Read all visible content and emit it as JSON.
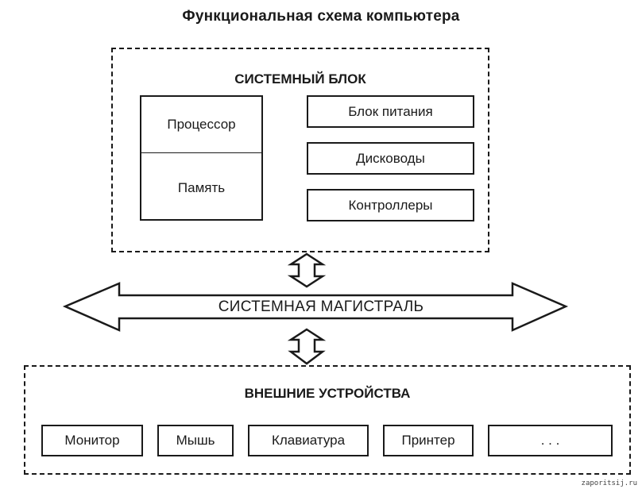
{
  "title": "Функциональная схема компьютера",
  "system_unit": {
    "heading": "СИСТЕМНЫЙ БЛОК",
    "processor": "Процессор",
    "memory": "Память",
    "side_blocks": [
      "Блок питания",
      "Дисководы",
      "Контроллеры"
    ]
  },
  "bus": {
    "label": "СИСТЕМНАЯ МАГИСТРАЛЬ"
  },
  "external": {
    "heading": "ВНЕШНИЕ УСТРОЙСТВА",
    "devices": [
      "Монитор",
      "Мышь",
      "Клавиатура",
      "Принтер",
      ". . ."
    ]
  },
  "watermark": "zaporitsij.ru"
}
